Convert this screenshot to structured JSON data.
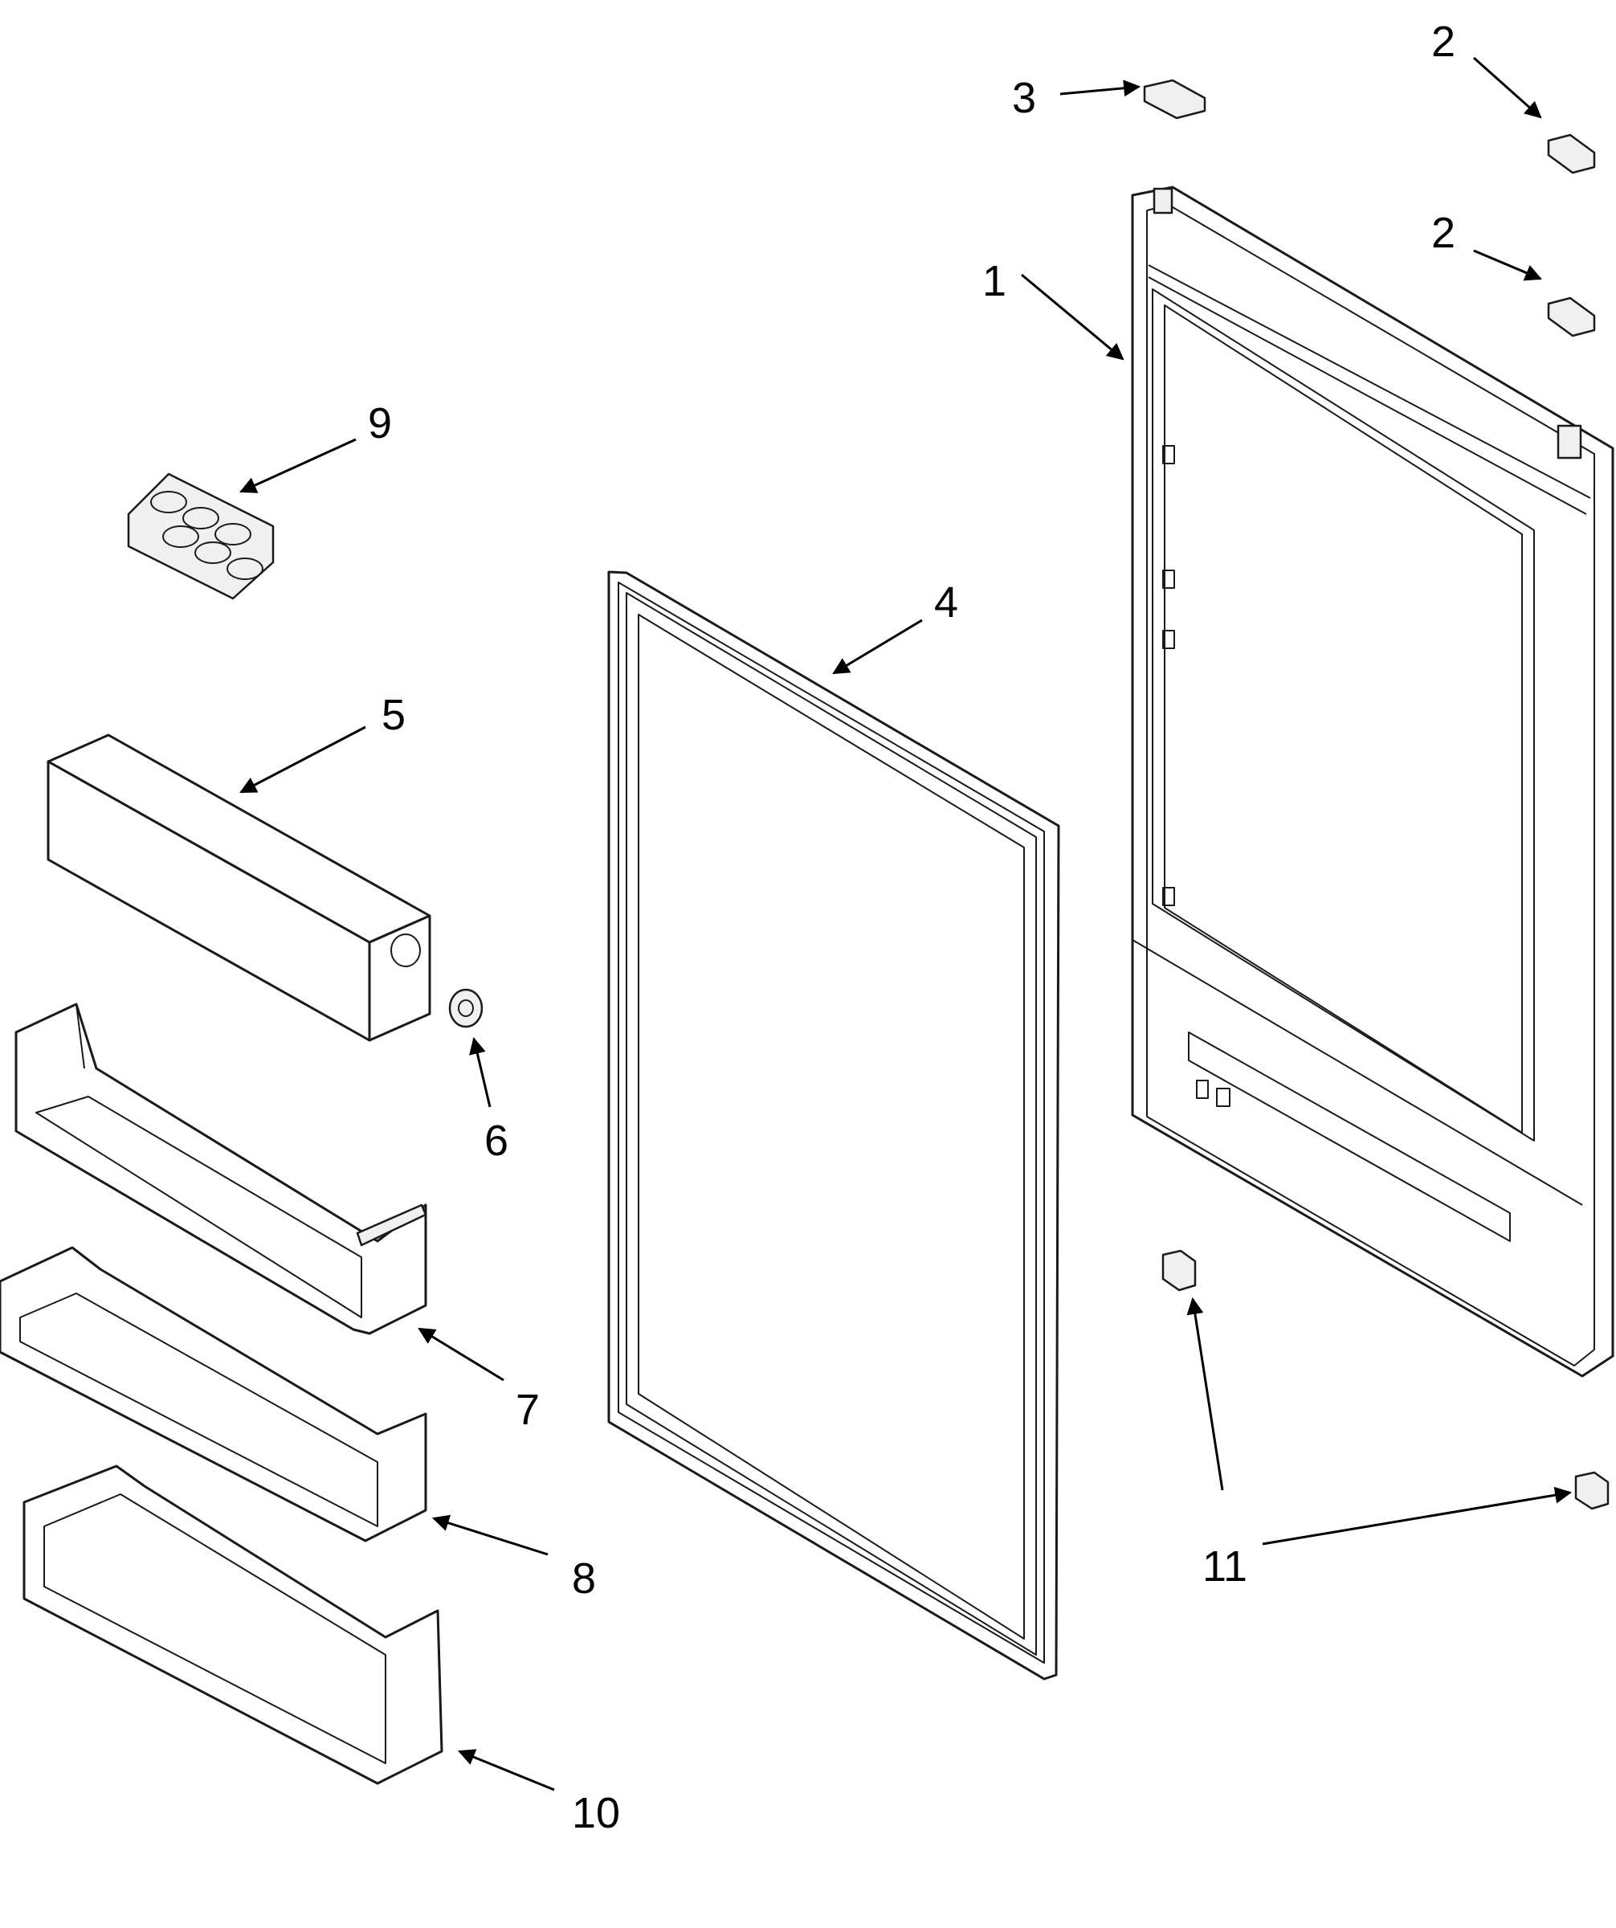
{
  "diagram": {
    "callouts": {
      "c1": "1",
      "c2a": "2",
      "c2b": "2",
      "c3": "3",
      "c4": "4",
      "c5": "5",
      "c6": "6",
      "c7": "7",
      "c8": "8",
      "c9": "9",
      "c10": "10",
      "c11": "11"
    },
    "line_color": "#000000",
    "background": "#ffffff"
  }
}
